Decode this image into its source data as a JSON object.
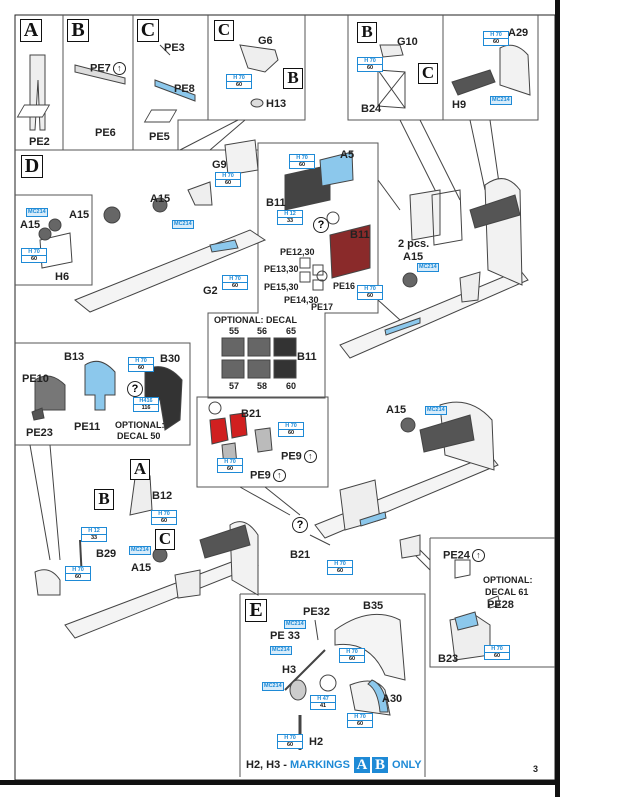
{
  "page_number": "3",
  "colors": {
    "accent": "#1e8ad6",
    "highlight": "#8cc8ec",
    "red_part": "#d02020",
    "line": "#333333"
  },
  "step_letters": [
    "A",
    "B",
    "C",
    "D",
    "E"
  ],
  "callout_letters": {
    "C": "C",
    "B": "B",
    "A": "A"
  },
  "question_mark": "?",
  "icons": {
    "bend_icon": "bend-arrow-icon",
    "optional_icon": "question-circle-icon"
  },
  "labels": {
    "pe2": "PE2",
    "pe7": "PE7",
    "pe6": "PE6",
    "pe3": "PE3",
    "pe8": "PE8",
    "pe5": "PE5",
    "g6": "G6",
    "h13": "H13",
    "g10": "G10",
    "b24": "B24",
    "a29": "A29",
    "h9": "H9",
    "a15": "A15",
    "h6": "H6",
    "g9": "G9",
    "g2": "G2",
    "a5": "A5",
    "b11": "B11",
    "pe12": "PE12,30",
    "pe13": "PE13,30",
    "pe15": "PE15,30",
    "pe14": "PE14,30",
    "pe17": "PE17",
    "pe16": "PE16",
    "two_pcs": "2 pcs.",
    "optional_decal": "OPTIONAL: DECAL",
    "decals": [
      "55",
      "56",
      "65",
      "57",
      "58",
      "60"
    ],
    "b13": "B13",
    "pe10": "PE10",
    "pe23": "PE23",
    "pe11": "PE11",
    "b30": "B30",
    "optional": "OPTIONAL:",
    "decal50": "DECAL 50",
    "b21": "B21",
    "pe9": "PE9",
    "b12": "B12",
    "b29": "B29",
    "pe24": "PE24",
    "decal61": "DECAL 61",
    "pe28": "PE28",
    "b23": "B23",
    "pe32": "PE32",
    "b35": "B35",
    "pe33": "PE 33",
    "h3": "H3",
    "a30": "A30",
    "h2": "H2"
  },
  "paints": {
    "h70": {
      "code": "H 70",
      "num": "60"
    },
    "h12": {
      "code": "H 12",
      "num": "33"
    },
    "h47": {
      "code": "H 47",
      "num": "41"
    },
    "h416": {
      "code": "H416",
      "num": "116"
    },
    "mc214": "MC214"
  },
  "footer": {
    "prefix": "H2, H3 - ",
    "markings": "MARKINGS",
    "a": "A",
    "b": "B",
    "only": "ONLY"
  }
}
